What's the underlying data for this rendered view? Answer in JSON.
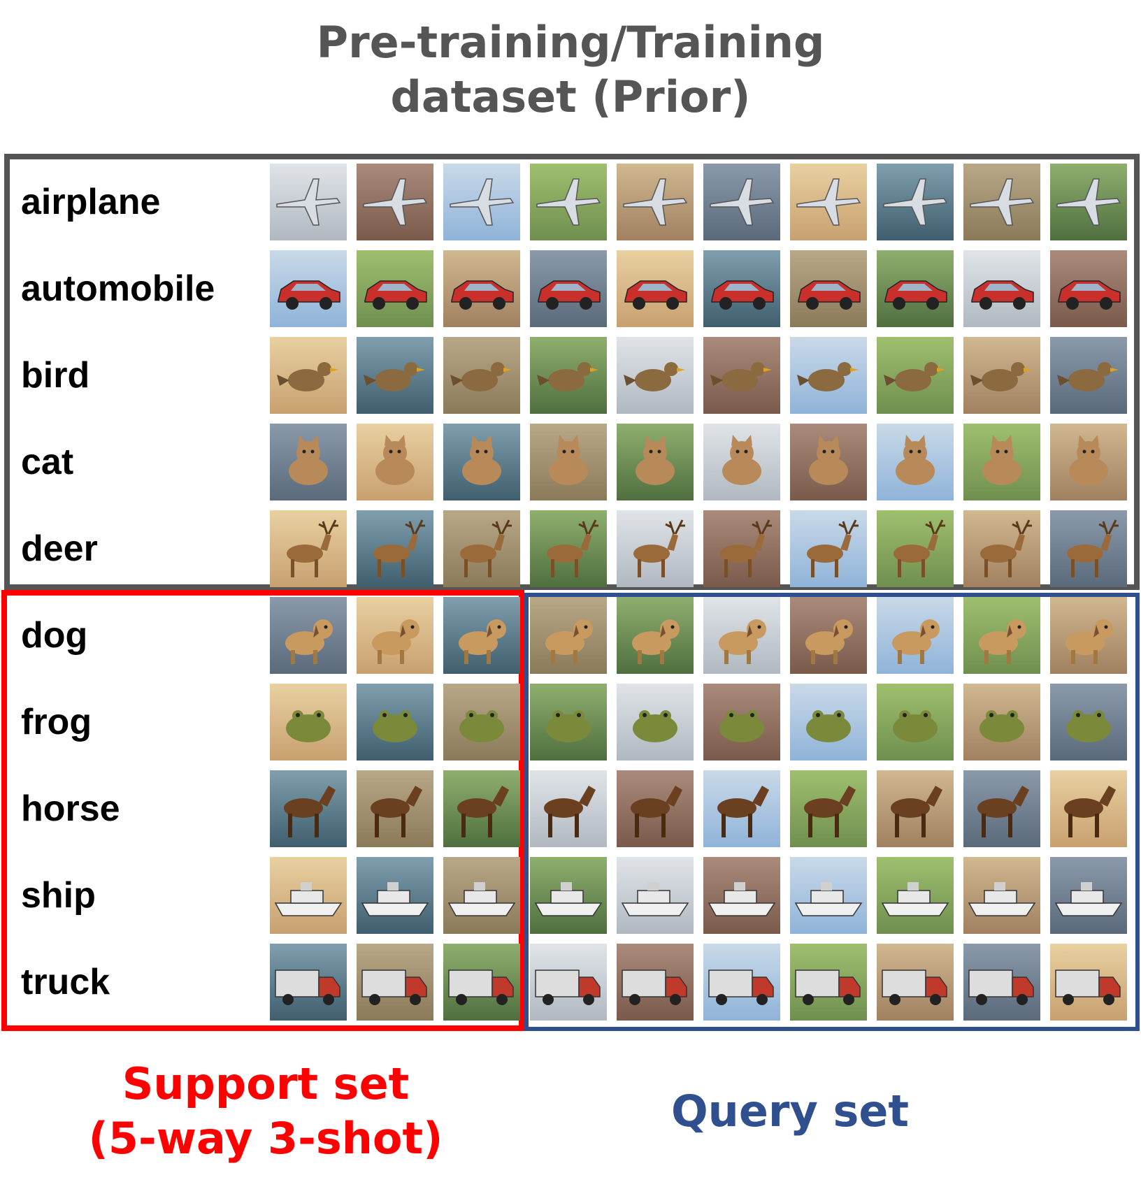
{
  "title": {
    "line1": "Pre-training/Training",
    "line2": "dataset (Prior)",
    "color": "#555555"
  },
  "colors": {
    "prior_border": "#555555",
    "support": "#ff0000",
    "query": "#2f4f8f"
  },
  "support_caption": {
    "line1": "Support set",
    "line2": "(5-way 3-shot)"
  },
  "query_caption": {
    "line1": "Query set"
  },
  "prior_classes": [
    "airplane",
    "automobile",
    "bird",
    "cat",
    "deer"
  ],
  "fewshot_classes": [
    "dog",
    "frog",
    "horse",
    "ship",
    "truck"
  ],
  "images_per_row": {
    "prior": 10,
    "support": 3,
    "query": 7
  },
  "icons": {
    "airplane": "airplane-icon",
    "automobile": "car-icon",
    "bird": "bird-icon",
    "cat": "cat-icon",
    "deer": "deer-icon",
    "dog": "dog-icon",
    "frog": "frog-icon",
    "horse": "horse-icon",
    "ship": "ship-icon",
    "truck": "truck-icon"
  }
}
